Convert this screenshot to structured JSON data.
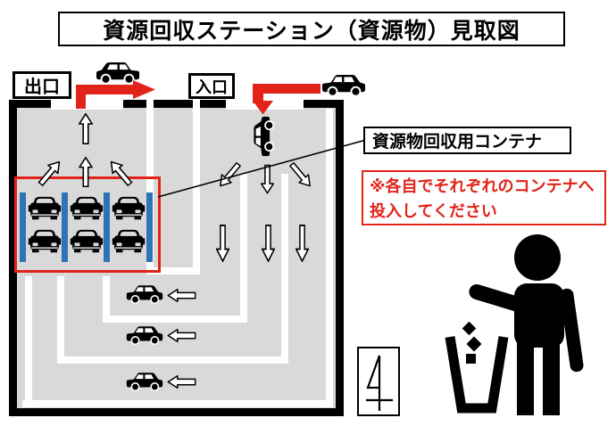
{
  "title": "資源回収ステーション（資源物）見取図",
  "labels": {
    "exit": "出口",
    "entrance": "入口"
  },
  "annotations": {
    "container_label": "資源物回収用コンテナ",
    "note_line1": "※各自でそれぞれのコンテナへ",
    "note_line2": "投入してください"
  },
  "colors": {
    "accent_red": "#e2231a",
    "divider_blue": "#2e74b5",
    "lot_gray": "#d9d9d9",
    "wall_black": "#000000",
    "lane_white": "#ffffff"
  },
  "icons": {
    "car-side-icon": "black side-view car silhouette",
    "car-front-icon": "black front-view car silhouette",
    "up-arrow-icon": "white outlined traffic-flow arrow",
    "left-arrow-icon": "white outlined traffic-flow arrow pointing left",
    "red-exit-arrow-icon": "red L-shaped arrow leaving exit gate",
    "red-entry-arrow-icon": "red L-shaped arrow entering entrance gate",
    "litter-disposal-icon": "person throwing trash into bin (tidyman pictogram)",
    "pole-symbol-icon": "thin flag/pole map symbol in small box"
  },
  "diagram": {
    "container_parking_spots": 6,
    "blue_dividers": 4,
    "queue_cars_bottom": 3,
    "entry_gate_count": 1,
    "exit_gate_count": 1
  }
}
